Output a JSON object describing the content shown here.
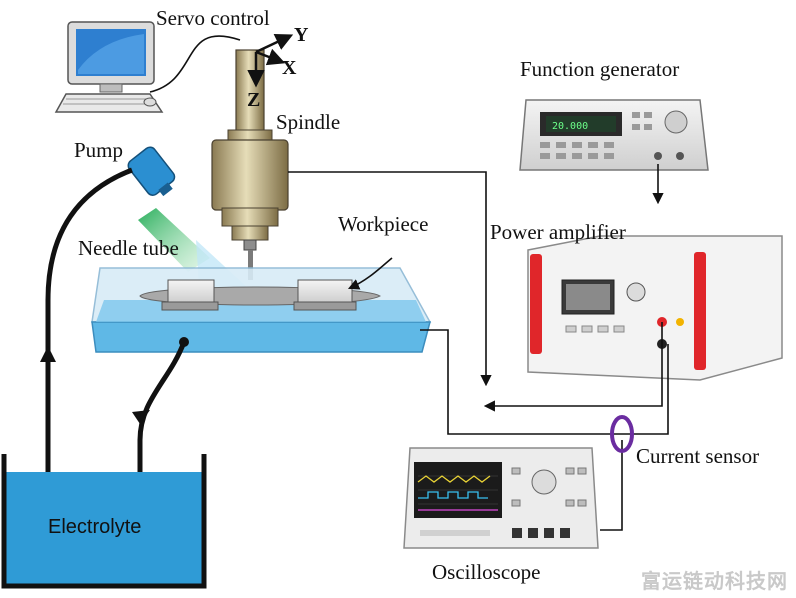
{
  "labels": {
    "servo_control": "Servo control",
    "axis_y": "Y",
    "axis_x": "X",
    "axis_z": "Z",
    "spindle": "Spindle",
    "pump": "Pump",
    "needle_tube": "Needle tube",
    "workpiece": "Workpiece",
    "function_generator": "Function generator",
    "power_amplifier": "Power amplifier",
    "current_sensor": "Current sensor",
    "oscilloscope": "Oscilloscope",
    "electrolyte": "Electrolyte"
  },
  "watermark": "富运链动科技网",
  "colors": {
    "electrolyte_fill": "#2f9bd6",
    "tank_water": "#5fb8e6",
    "spray": "#22b04a",
    "pump_body": "#2b8fd1",
    "sensor_ring": "#6a2ca0",
    "amplifier_red": "#e0262a"
  }
}
